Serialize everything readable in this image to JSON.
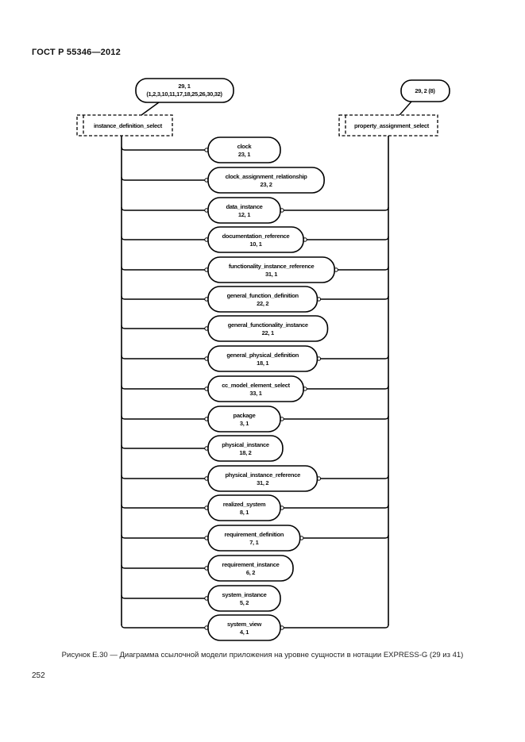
{
  "header": {
    "standard": "ГОСТ Р 55346—2012"
  },
  "diagram": {
    "notation": "EXPRESS-G",
    "select_types": [
      {
        "name": "instance_definition_select",
        "page_ref_line1": "29, 1",
        "page_ref_line2": "(1,2,3,10,11,17,18,25,26,30,32)"
      },
      {
        "name": "property_assignment_select",
        "page_ref_line1": "29, 2 (8)"
      }
    ],
    "entities": [
      {
        "name": "clock",
        "ref": "23, 1",
        "to_left": true,
        "to_right": false
      },
      {
        "name": "clock_assignment_relationship",
        "ref": "23, 2",
        "to_left": true,
        "to_right": false
      },
      {
        "name": "data_instance",
        "ref": "12, 1",
        "to_left": true,
        "to_right": true
      },
      {
        "name": "documentation_reference",
        "ref": "10, 1",
        "to_left": true,
        "to_right": true
      },
      {
        "name": "functionality_instance_reference",
        "ref": "31, 1",
        "to_left": true,
        "to_right": true
      },
      {
        "name": "general_function_definition",
        "ref": "22, 2",
        "to_left": true,
        "to_right": true
      },
      {
        "name": "general_functionality_instance",
        "ref": "22, 1",
        "to_left": true,
        "to_right": false
      },
      {
        "name": "general_physical_definition",
        "ref": "18, 1",
        "to_left": true,
        "to_right": true
      },
      {
        "name": "cc_model_element_select",
        "ref": "33, 1",
        "to_left": true,
        "to_right": true
      },
      {
        "name": "package",
        "ref": "3, 1",
        "to_left": true,
        "to_right": true
      },
      {
        "name": "physical_instance",
        "ref": "18, 2",
        "to_left": true,
        "to_right": false
      },
      {
        "name": "physical_instance_reference",
        "ref": "31, 2",
        "to_left": true,
        "to_right": true
      },
      {
        "name": "realized_system",
        "ref": "8, 1",
        "to_left": true,
        "to_right": true
      },
      {
        "name": "requirement_definition",
        "ref": "7, 1",
        "to_left": true,
        "to_right": true
      },
      {
        "name": "requirement_instance",
        "ref": "6, 2",
        "to_left": true,
        "to_right": false
      },
      {
        "name": "system_instance",
        "ref": "5, 2",
        "to_left": true,
        "to_right": false
      },
      {
        "name": "system_view",
        "ref": "4, 1",
        "to_left": true,
        "to_right": true
      }
    ]
  },
  "caption": "Рисунок Е.30 — Диаграмма ссылочной модели приложения на уровне сущности в нотации EXPRESS-G (29 из 41)",
  "page_number": "252"
}
